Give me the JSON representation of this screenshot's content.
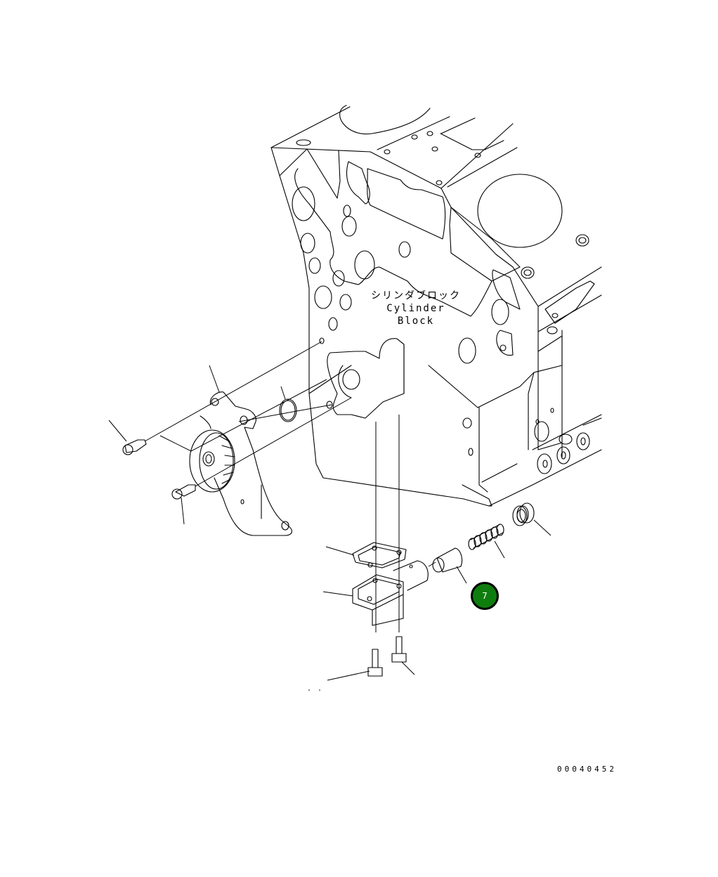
{
  "diagram": {
    "component_label": {
      "japanese": "シリンダブロック",
      "english": "Cylinder Block"
    },
    "callouts": [
      {
        "number": "7",
        "color": "#0e7d0e",
        "part": "valve plunger"
      }
    ],
    "drawing_number": "00040452",
    "parts_depicted": [
      "cylinder-block",
      "oil-pump-with-gear",
      "o-ring",
      "pump-mounting-bolt-upper",
      "pump-mounting-bolt-lower",
      "gasket",
      "valve-housing",
      "plunger",
      "spring",
      "plug",
      "flange-bolt-left",
      "flange-bolt-right"
    ]
  }
}
